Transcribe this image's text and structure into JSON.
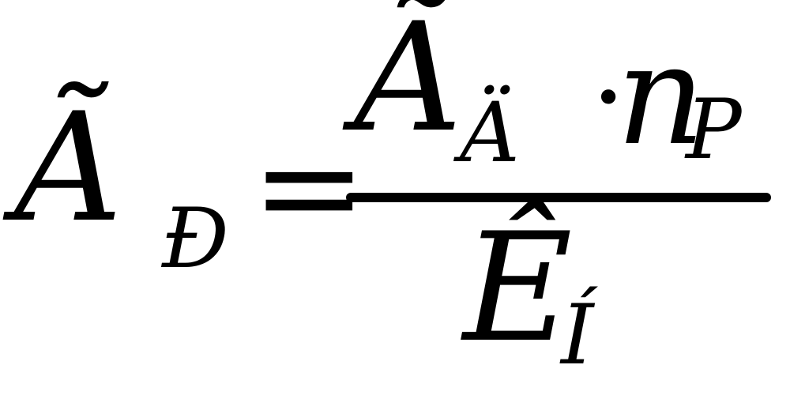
{
  "formula": {
    "lhs": {
      "main": "Ã",
      "subscript": "Đ"
    },
    "equals": "=",
    "numerator": {
      "main": "Ã",
      "subscript": "Ä",
      "dot": "·",
      "factor": "n",
      "factor_subscript": "P"
    },
    "denominator": {
      "main": "Ê",
      "subscript": "Í"
    }
  }
}
